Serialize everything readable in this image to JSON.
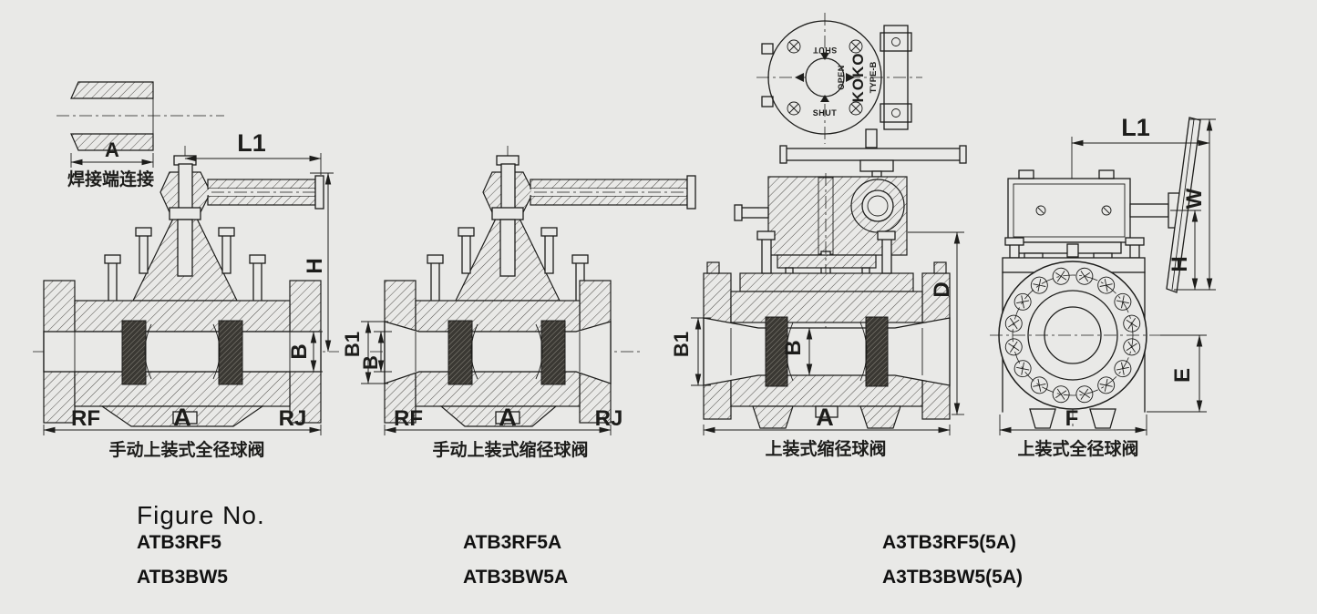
{
  "colors": {
    "background": "#e9e9e7",
    "line": "#1d1d1b"
  },
  "weld_end": {
    "dim_a": "A",
    "label": "焊接端连接"
  },
  "views": {
    "v1": {
      "caption": "手动上装式全径球阀",
      "dims": {
        "l1": "L1",
        "h": "H",
        "b": "B",
        "rf": "RF",
        "a": "A",
        "rj": "RJ"
      }
    },
    "v2": {
      "caption": "手动上装式缩径球阀",
      "dims": {
        "b1": "B1",
        "b": "B",
        "rf": "RF",
        "a": "A",
        "rj": "RJ"
      }
    },
    "v3": {
      "caption": "上装式缩径球阀",
      "dims": {
        "b1": "B1",
        "b": "B",
        "d": "D",
        "a": "A"
      },
      "actuator": {
        "brand": "KOKO",
        "type": "TYPE-B",
        "shut_top": "SHUT",
        "shut_bottom": "SHUT",
        "open": "OPEN"
      }
    },
    "v4": {
      "caption": "上装式全径球阀",
      "dims": {
        "l1": "L1",
        "w": "W",
        "h": "H",
        "e": "E",
        "f": "F"
      }
    }
  },
  "figure_block": {
    "heading": "Figure No.",
    "columns": [
      {
        "rows": [
          "ATB3RF5",
          "ATB3BW5"
        ]
      },
      {
        "rows": [
          "ATB3RF5A",
          "ATB3BW5A"
        ]
      },
      {
        "rows": [
          "A3TB3RF5(5A)",
          "A3TB3BW5(5A)"
        ]
      }
    ]
  }
}
